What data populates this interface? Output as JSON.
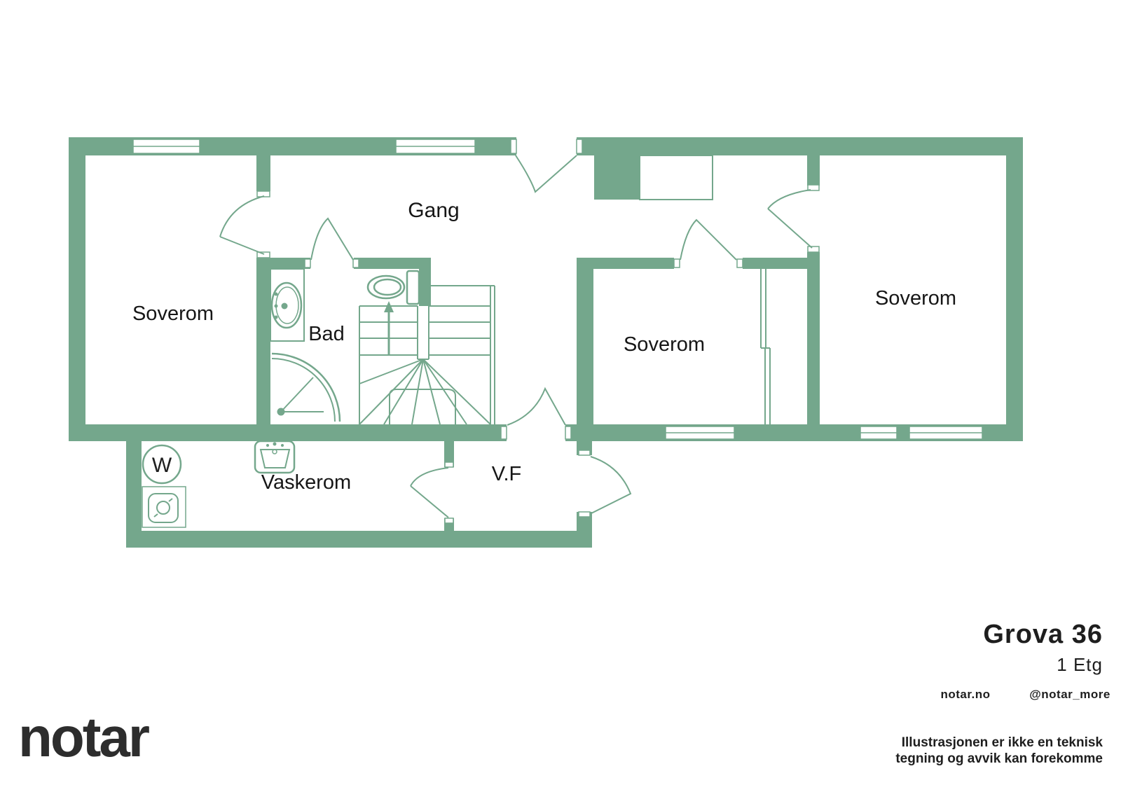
{
  "floorplan": {
    "wall_color": "#74a78c",
    "line_color": "#74a78c",
    "rooms": {
      "soverom_left": "Soverom",
      "gang": "Gang",
      "bad": "Bad",
      "soverom_middle": "Soverom",
      "soverom_right": "Soverom",
      "vaskerom": "Vaskerom",
      "vf": "V.F"
    },
    "fixtures": {
      "washer_label": "W",
      "icons": [
        "toilet-icon",
        "bathroom-sink-icon",
        "corner-shower-icon",
        "staircase-icon",
        "up-arrow-icon",
        "laundry-sink-icon",
        "washing-machine-icon",
        "dryer-icon",
        "window-icon",
        "door-swing-icon",
        "chimney-block-icon",
        "closet-icon"
      ]
    }
  },
  "footer": {
    "address_title": "Grova 36",
    "floor_label": "1 Etg",
    "website": "notar.no",
    "social_handle": "@notar_more",
    "disclaimer_line1": "Illustrasjonen er ikke en teknisk",
    "disclaimer_line2": "tegning og avvik kan forekomme",
    "brand_logo": "notar"
  }
}
